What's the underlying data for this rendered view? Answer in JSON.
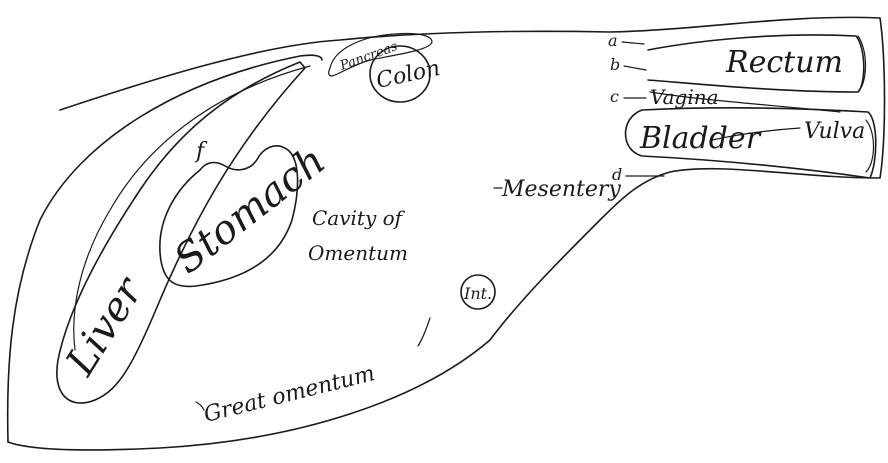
{
  "labels": {
    "rectum": "Rectum",
    "vagina": "Vagina",
    "bladder": "Bladder",
    "vulva": "Vulva",
    "pancreas": "Pancreas",
    "colon": "Colon",
    "liver": "Liver",
    "stomach": "Stomach",
    "cavity_line1": "Cavity of",
    "cavity_line2": "Omentum",
    "mesentery": "Mesentery",
    "intestine": "Int.",
    "great_omentum": "Great omentum",
    "letter_a": "a",
    "letter_b": "b",
    "letter_c": "c",
    "letter_d": "d",
    "letter_f": "f"
  }
}
